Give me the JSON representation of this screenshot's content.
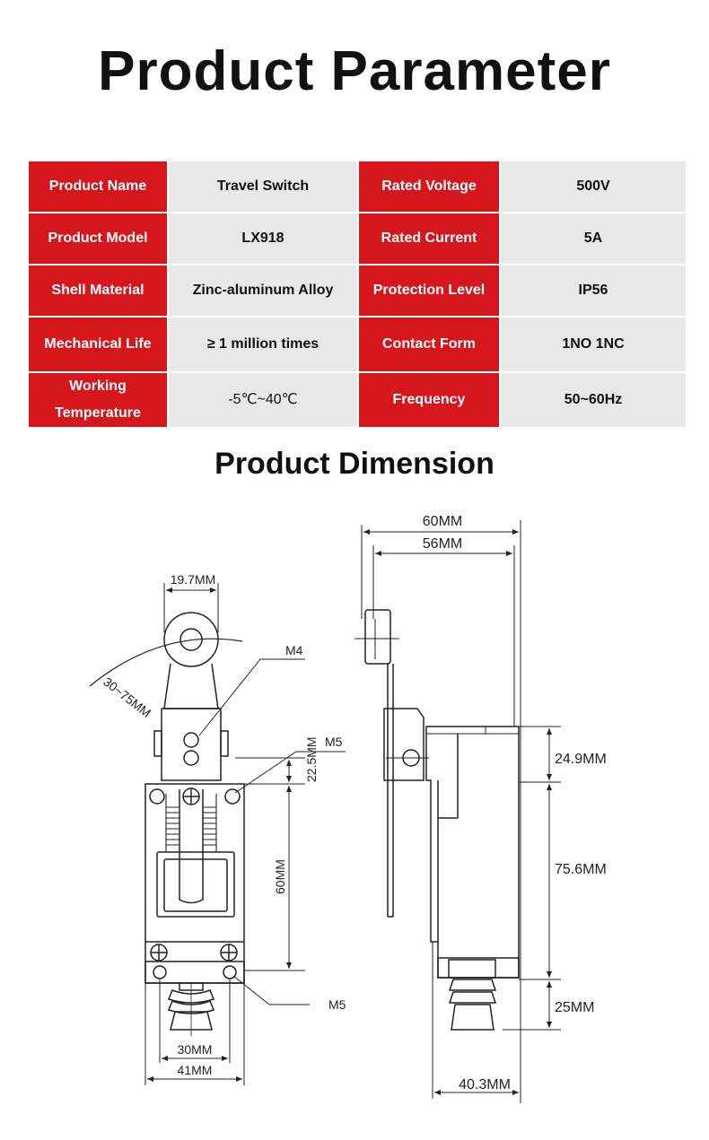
{
  "title": "Product Parameter",
  "params": {
    "rows": [
      {
        "label1": "Product Name",
        "value1": "Travel Switch",
        "label2": "Rated Voltage",
        "value2": "500V"
      },
      {
        "label1": "Product Model",
        "value1": "LX918",
        "label2": "Rated Current",
        "value2": "5A"
      },
      {
        "label1": "Shell Material",
        "value1": "Zinc-aluminum Alloy",
        "label2": "Protection Level",
        "value2": "IP56"
      },
      {
        "label1": "Mechanical Life",
        "value1": "≥ 1 million times",
        "label2": "Contact Form",
        "value2": "1NO 1NC"
      },
      {
        "label1_line1": "Working",
        "label1_line2": "Temperature",
        "value1": "-5℃~40℃",
        "label2": "Frequency",
        "value2": "50~60Hz"
      }
    ]
  },
  "dimension": {
    "title": "Product Dimension",
    "front": {
      "dim_top": "19.7MM",
      "dim_angle": "30~75MM",
      "label_m4": "M4",
      "label_m5_top": "M5",
      "dim_22": "22.5MM",
      "dim_60": "60MM",
      "label_m5_bottom": "M5",
      "dim_30": "30MM",
      "dim_41": "41MM"
    },
    "side": {
      "dim_60": "60MM",
      "dim_56": "56MM",
      "dim_24": "24.9MM",
      "dim_75": "75.6MM",
      "dim_25": "25MM",
      "dim_40": "40.3MM"
    }
  },
  "colors": {
    "label_bg": "#d6161d",
    "value_bg": "#e8e8e8"
  }
}
